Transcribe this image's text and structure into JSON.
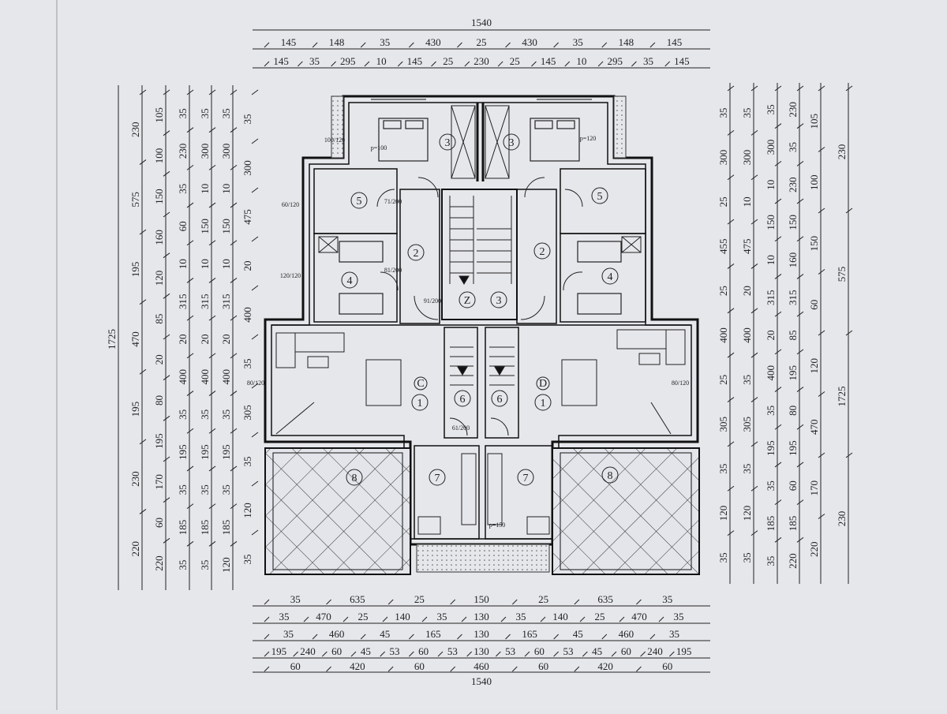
{
  "plan": {
    "top_dims": {
      "total": "1540",
      "row1": [
        "145",
        "148",
        "35",
        "430",
        "25",
        "430",
        "35",
        "148",
        "145"
      ],
      "row2": [
        "145",
        "35",
        "295",
        "10",
        "145",
        "25",
        "230",
        "25",
        "145",
        "10",
        "295",
        "35",
        "145"
      ]
    },
    "bottom_dims": {
      "row1": [
        "35",
        "635",
        "25",
        "150",
        "25",
        "635",
        "35"
      ],
      "row2": [
        "35",
        "470",
        "25",
        "140",
        "35",
        "130",
        "35",
        "140",
        "25",
        "470",
        "35"
      ],
      "row3": [
        "35",
        "460",
        "45",
        "165",
        "130",
        "165",
        "45",
        "460",
        "35"
      ],
      "row4": [
        "195",
        "240",
        "60",
        "45",
        "53",
        "60",
        "53",
        "130",
        "53",
        "60",
        "53",
        "45",
        "60",
        "240",
        "195"
      ],
      "row5": [
        "60",
        "420",
        "60",
        "460",
        "60",
        "420",
        "60"
      ],
      "total": "1540"
    },
    "left_dims": {
      "total": "1725",
      "col1": [
        "230",
        "575",
        "195",
        "470",
        "195",
        "230",
        "220"
      ],
      "col2": [
        "105",
        "100",
        "150",
        "160",
        "120",
        "85",
        "20",
        "80",
        "195",
        "170",
        "60",
        "220"
      ],
      "col3": [
        "35",
        "230",
        "35",
        "60",
        "10",
        "315",
        "20",
        "400",
        "35",
        "195",
        "35",
        "185",
        "35"
      ],
      "col4": [
        "35",
        "300",
        "10",
        "150",
        "10",
        "315",
        "20",
        "400",
        "35",
        "195",
        "35",
        "185",
        "35"
      ],
      "col5": [
        "35",
        "300",
        "10",
        "150",
        "10",
        "315",
        "20",
        "400",
        "35",
        "195",
        "35",
        "185",
        "120"
      ],
      "col6": [
        "35",
        "300",
        "475",
        "20",
        "400",
        "35",
        "305",
        "35",
        "120",
        "35"
      ]
    },
    "right_dims": {
      "total": "1725",
      "col1": [
        "35",
        "300",
        "25",
        "455",
        "25",
        "400",
        "25",
        "305",
        "35",
        "120",
        "35"
      ],
      "col2": [
        "35",
        "300",
        "10",
        "475",
        "20",
        "400",
        "35",
        "305",
        "35",
        "120",
        "35"
      ],
      "col3": [
        "35",
        "300",
        "10",
        "150",
        "10",
        "315",
        "20",
        "400",
        "35",
        "195",
        "35",
        "185",
        "35"
      ],
      "col4": [
        "230",
        "35",
        "230",
        "150",
        "160",
        "315",
        "85",
        "195",
        "80",
        "195",
        "60",
        "185",
        "220"
      ],
      "col5": [
        "105",
        "100",
        "150",
        "60",
        "120",
        "470",
        "170",
        "220"
      ],
      "col6": [
        "230",
        "575",
        "1725",
        "230"
      ]
    },
    "rooms": {
      "bedroom_top": "3",
      "bath": "5",
      "hall": "2",
      "bedroom_small": "4",
      "stair": "3",
      "living": "1",
      "wc": "6",
      "kitchen": "7",
      "terrace": "8",
      "stair_z": "Z",
      "unit_c": "C",
      "unit_d": "D"
    },
    "openings": [
      "100/120",
      "60/120",
      "120/120",
      "80/120",
      "71/200",
      "81/200",
      "91/200",
      "61/200",
      "80/120",
      "p=100",
      "p=150",
      "p=120"
    ]
  }
}
